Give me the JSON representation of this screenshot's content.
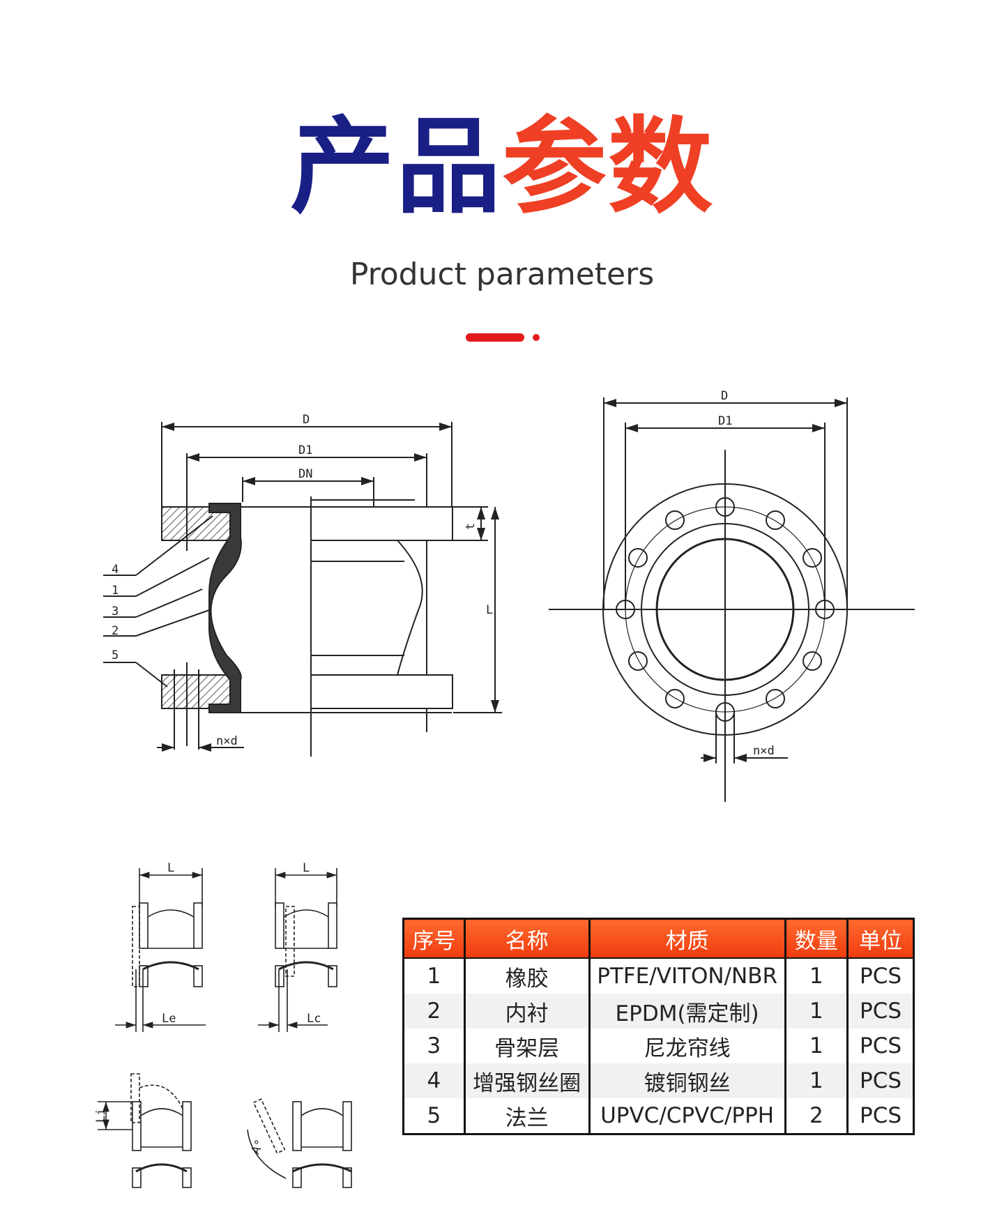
{
  "title": {
    "part1": "产品",
    "part2": "参数"
  },
  "subtitle": "Product parameters",
  "drawing_labels": {
    "D": "D",
    "D1": "D1",
    "DN": "DN",
    "t": "t",
    "L": "L",
    "nd": "n×d",
    "callouts": [
      "4",
      "1",
      "3",
      "2",
      "5"
    ],
    "Le": "Le",
    "Lc": "Lc",
    "Li": "Li",
    "A": "A°"
  },
  "table": {
    "headers": [
      "序号",
      "名称",
      "材质",
      "数量",
      "单位"
    ],
    "rows": [
      [
        "1",
        "橡胶",
        "PTFE/VITON/NBR",
        "1",
        "PCS"
      ],
      [
        "2",
        "内衬",
        "EPDM(需定制)",
        "1",
        "PCS"
      ],
      [
        "3",
        "骨架层",
        "尼龙帘线",
        "1",
        "PCS"
      ],
      [
        "4",
        "增强钢丝圈",
        "镀铜钢丝",
        "1",
        "PCS"
      ],
      [
        "5",
        "法兰",
        "UPVC/CPVC/PPH",
        "2",
        "PCS"
      ]
    ]
  },
  "colors": {
    "title_blue": "#1a1f86",
    "title_red": "#ef3f24",
    "header_bg": "#f03b0f"
  }
}
